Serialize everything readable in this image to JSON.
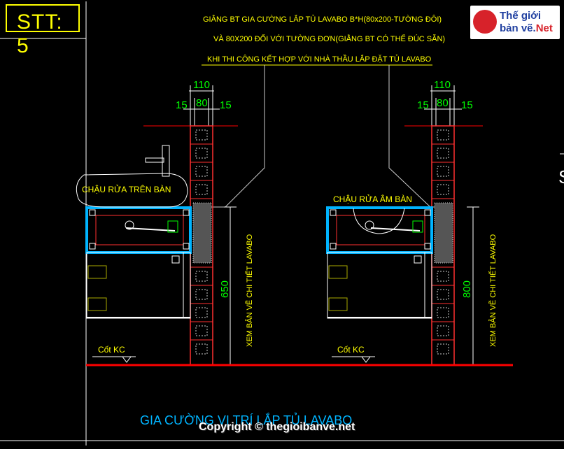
{
  "header": {
    "stt": "STT: 5",
    "note_line1": "GIẰNG BT GIA CƯỜNG LẮP TỦ LAVABO B*H(80x200-TƯỜNG ĐÔI)",
    "note_line2": "VÀ 80X200 ĐỐI VỚI TƯỜNG ĐƠN(GIẰNG BT CÓ THỂ ĐÚC SẴN)",
    "note_line3": "KHI THI CÔNG KẾT HỢP VỚI NHÀ THẦU LẮP ĐẶT TỦ LAVABO"
  },
  "logo": {
    "line1": "Thế giới",
    "line2_a": "bản vẽ.",
    "line2_b": "Net"
  },
  "left_detail": {
    "dim_total": "110",
    "dim_left": "15",
    "dim_mid": "80",
    "dim_right": "15",
    "sink_label": "CHẬU RỬA TRÊN BÀN",
    "height_dim": "650",
    "side_note": "XEM BẢN VẼ CHI TIẾT LAVABO",
    "level_label": "Cốt KC"
  },
  "right_detail": {
    "dim_total": "110",
    "dim_left": "15",
    "dim_mid": "80",
    "dim_right": "15",
    "sink_label": "CHẬU RỬA ÂM BÀN",
    "height_dim": "800",
    "side_note": "XEM BẢN VẼ CHI TIẾT LAVABO",
    "level_label": "Cốt KC"
  },
  "title": "GIA CƯỜNG VỊ TRÍ LẮP TỦ LAVABO",
  "copyright": "Copyright © thegioibanve.net",
  "edge_mark": "S",
  "colors": {
    "yellow": "#ffff00",
    "green": "#00ff00",
    "red": "#ff0000",
    "cyan": "#00b4ff",
    "white": "#ffffff"
  }
}
